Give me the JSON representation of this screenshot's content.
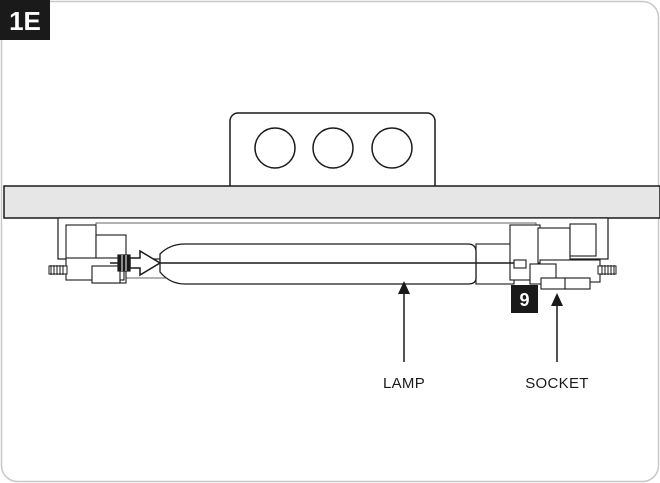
{
  "figure": {
    "panel_label": "1E",
    "callout_number": "9",
    "labels": {
      "lamp": "LAMP",
      "socket": "SOCKET"
    }
  },
  "colors": {
    "outline": "#1a1a1a",
    "ceiling_fill": "#e6e6e6",
    "badge_fill": "#1a1a1a",
    "frame_border": "#c8c8c8"
  }
}
